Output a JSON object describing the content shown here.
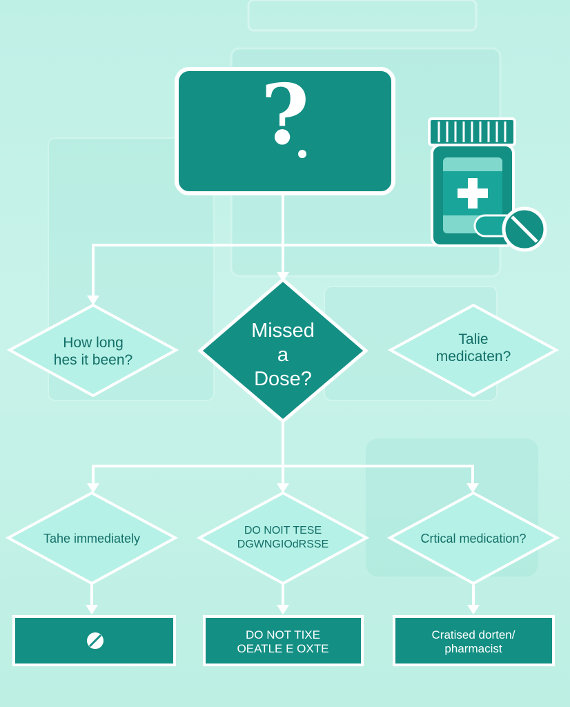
{
  "diagram": {
    "top_box": {
      "symbol": "?"
    },
    "center_decision": {
      "lines": [
        "Missed",
        "a",
        "Dose?"
      ]
    },
    "left_decision": {
      "lines": [
        "How long",
        "hes it been?"
      ]
    },
    "right_decision": {
      "lines": [
        "Talie",
        "medicaten?"
      ]
    },
    "bottom_left_decision": {
      "lines": [
        "Tahe immediately"
      ]
    },
    "bottom_center_decision": {
      "lines": [
        "DO NOIT TESE",
        "DGWNGIOdRSSE"
      ]
    },
    "bottom_right_decision": {
      "lines": [
        "Crtical medication?"
      ]
    },
    "left_result": {
      "icon": "pill-icon"
    },
    "center_result": {
      "lines": [
        "DO NOT TIXE",
        "OEATLE E OXTE"
      ]
    },
    "right_result": {
      "lines": [
        "Cratised dorten/",
        "pharmacist"
      ]
    },
    "medicine_bottle": {
      "icon": "medicine-bottle-icon"
    },
    "colors": {
      "teal": "#138f84",
      "node_fill": "#b5f1e6",
      "node_stroke": "#ffffff",
      "connector": "#ffffff",
      "background": "#c2f1e7"
    }
  }
}
